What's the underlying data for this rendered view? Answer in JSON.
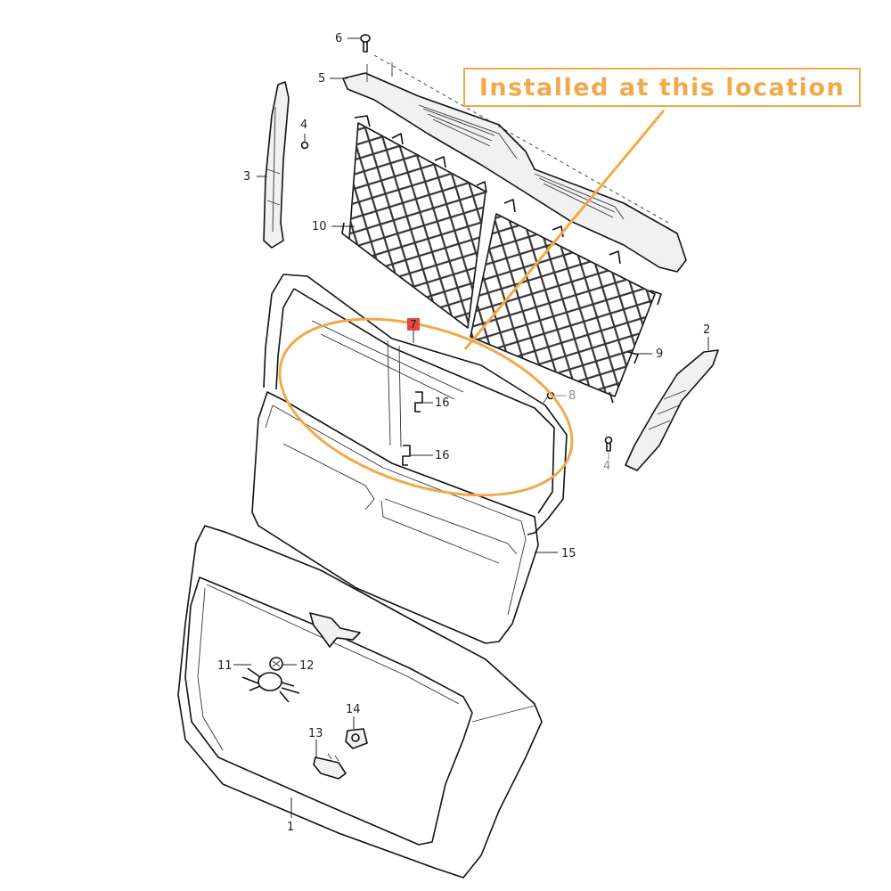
{
  "annotation": {
    "text": "Installed at this location",
    "color": "#f1a94a"
  },
  "highlight_tag": {
    "label": "7",
    "color": "#e8453c"
  },
  "callouts": [
    {
      "id": "1",
      "label": "1"
    },
    {
      "id": "2",
      "label": "2"
    },
    {
      "id": "3",
      "label": "3"
    },
    {
      "id": "4a",
      "label": "4"
    },
    {
      "id": "4b",
      "label": "4"
    },
    {
      "id": "5",
      "label": "5"
    },
    {
      "id": "6",
      "label": "6"
    },
    {
      "id": "8",
      "label": "8"
    },
    {
      "id": "9",
      "label": "9"
    },
    {
      "id": "10",
      "label": "10"
    },
    {
      "id": "11",
      "label": "11"
    },
    {
      "id": "12",
      "label": "12"
    },
    {
      "id": "13",
      "label": "13"
    },
    {
      "id": "14",
      "label": "14"
    },
    {
      "id": "15",
      "label": "15"
    },
    {
      "id": "16a",
      "label": "16"
    },
    {
      "id": "16b",
      "label": "16"
    }
  ]
}
